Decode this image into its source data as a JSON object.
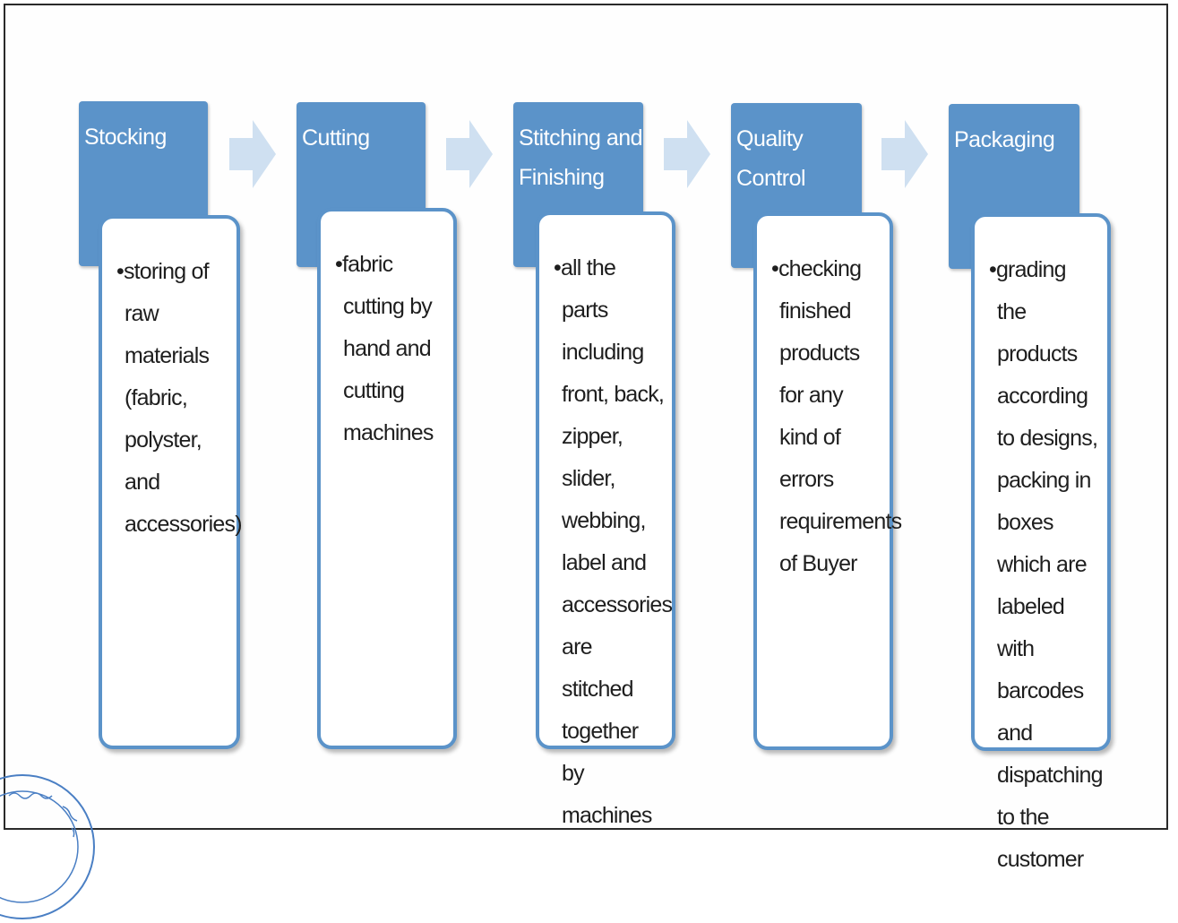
{
  "steps": [
    {
      "title": "Stocking",
      "bullet": "storing of raw materials (fabric, polyster, and accessories)"
    },
    {
      "title": "Cutting",
      "bullet": "fabric cutting by hand and cutting machines"
    },
    {
      "title": "Stitching and Finishing",
      "bullet": "all the parts including front, back, zipper, slider, webbing, label and accessories are stitched together by machines"
    },
    {
      "title": "Quality Control",
      "bullet": "checking finished products for any kind of errors requirements of Buyer"
    },
    {
      "title": "Packaging",
      "bullet": "grading the products according to designs, packing in boxes which are labeled with barcodes and dispatching to the customer"
    }
  ],
  "colors": {
    "header": "#5b93c9",
    "card_border": "#5b93c9",
    "arrow": "#cfe0f1",
    "stamp": "#4a7fc4"
  },
  "icons": {
    "arrow": "right-arrow-icon",
    "stamp": "seal-stamp-icon"
  }
}
